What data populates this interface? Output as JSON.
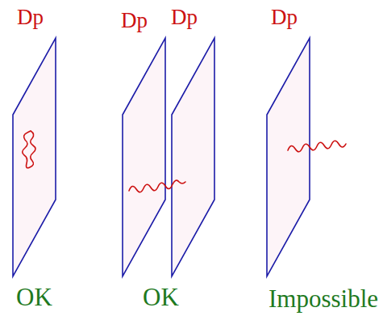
{
  "diagram": {
    "labels": [
      "Dp",
      "Dp",
      "Dp",
      "Dp",
      "OK",
      "OK",
      "Impossible"
    ]
  }
}
